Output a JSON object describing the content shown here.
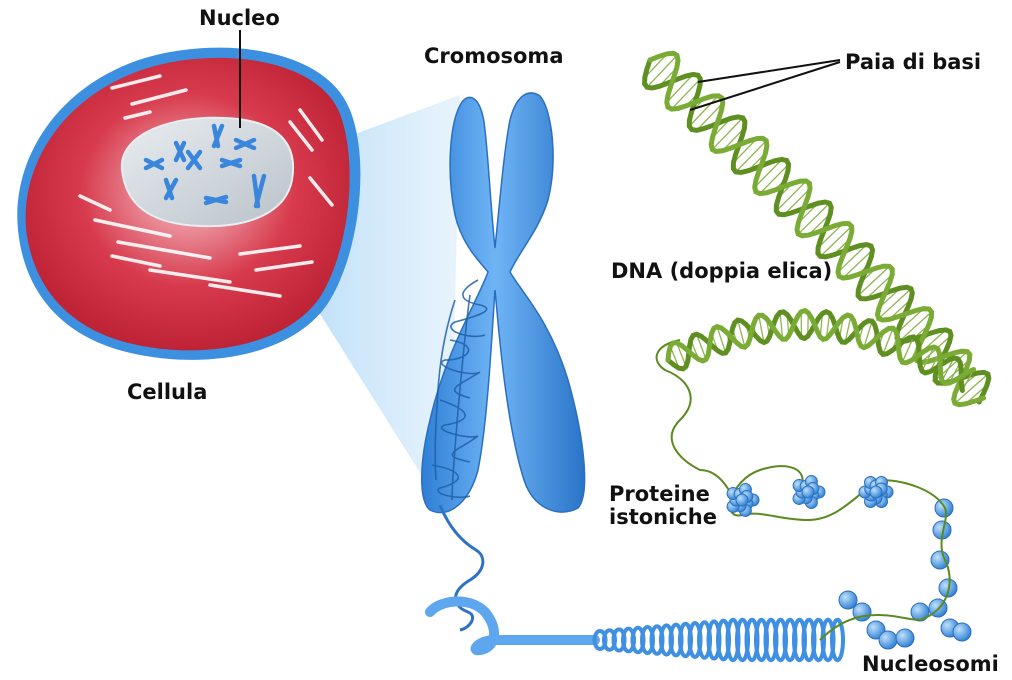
{
  "labels": {
    "nucleo": "Nucleo",
    "cromosoma": "Cromosoma",
    "paia_di_basi": "Paia di basi",
    "dna": "DNA (doppia elica)",
    "cellula": "Cellula",
    "proteine_line1": "Proteine",
    "proteine_line2": "istoniche",
    "nucleosomi": "Nucleosomi"
  },
  "colors": {
    "cell_red": "#d0283a",
    "cell_border": "#3d8fe0",
    "chromosome_blue": "#4a97e6",
    "dna_green": "#6b9a2c",
    "nucleus_grey": "#cfd6dc"
  }
}
